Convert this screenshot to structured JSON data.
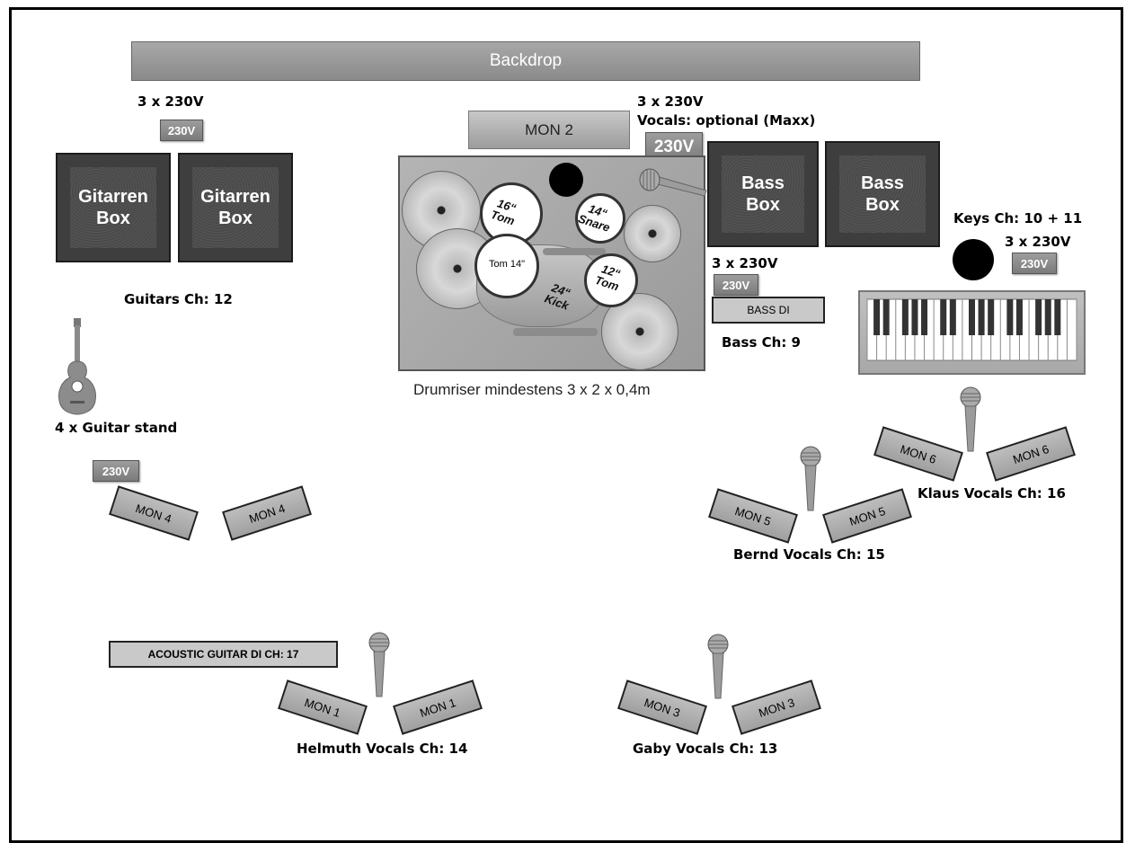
{
  "backdrop": "Backdrop",
  "power": {
    "guitars_top": "3 x 230V",
    "drums_top": "3 x 230V",
    "vocals_optional": "Vocals: optional (Maxx)",
    "bass": "3 x 230V",
    "keys": "3 x 230V",
    "socket": "230V"
  },
  "monitors": {
    "mon1": "MON 1",
    "mon2": "MON 2",
    "mon3": "MON 3",
    "mon4": "MON 4",
    "mon5": "MON 5",
    "mon6": "MON 6"
  },
  "guitar_boxes": {
    "line1": "Gitarren",
    "line2": "Box"
  },
  "bass_boxes": {
    "line1": "Bass",
    "line2": "Box"
  },
  "drums": {
    "tom16": "16“\nTom",
    "tom14": "Tom 14\"",
    "snare": "14“\nSnare",
    "tom12": "12“\nTom",
    "kick": "24“\nKick",
    "riser_caption": "Drumriser mindestens 3 x 2 x 0,4m"
  },
  "labels": {
    "guitars_ch": "Guitars Ch: 12",
    "guitar_stand": "4 x Guitar stand",
    "bass_di": "BASS DI",
    "bass_ch": "Bass Ch: 9",
    "keys_ch": "Keys Ch: 10 + 11",
    "klaus": "Klaus Vocals Ch: 16",
    "bernd": "Bernd Vocals Ch: 15",
    "acoustic_di": "ACOUSTIC GUITAR DI CH: 17",
    "helmuth": "Helmuth Vocals Ch: 14",
    "gaby": "Gaby Vocals Ch: 13"
  },
  "colors": {
    "equipment_gray": "#9a9a9a",
    "cabinet_dark": "#3e3e3e",
    "outline": "#000000"
  }
}
